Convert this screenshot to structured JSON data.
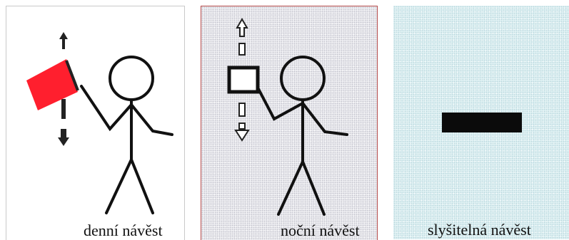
{
  "panels": [
    {
      "caption": "denní návěst",
      "flag_color": "#ff1f2e"
    },
    {
      "caption": "noční návěst"
    },
    {
      "caption": "slyšitelná návěst"
    }
  ]
}
